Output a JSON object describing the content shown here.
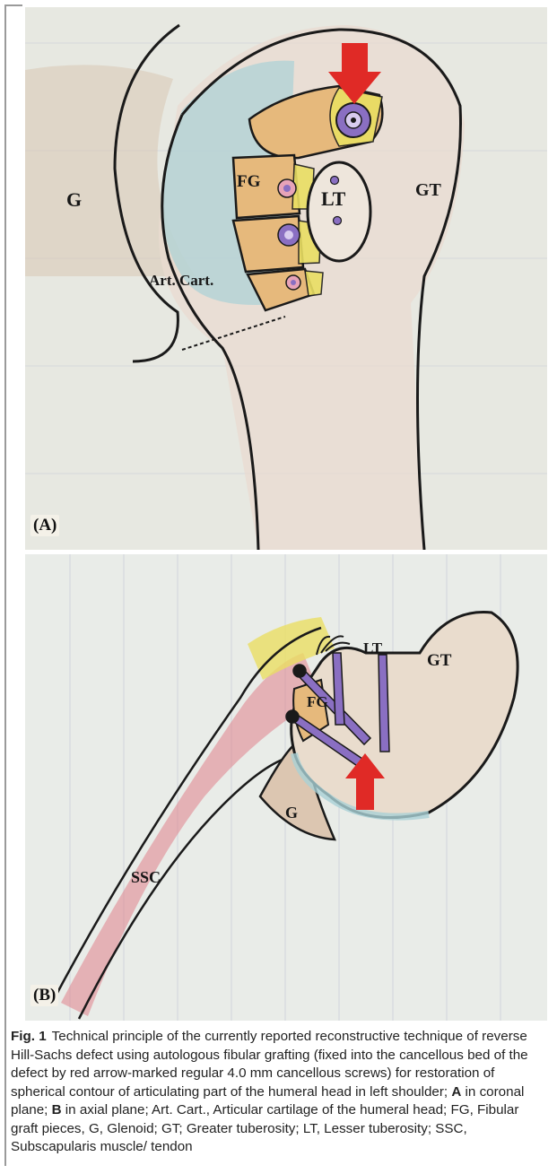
{
  "figure": {
    "panel_a": {
      "tag": "(A)",
      "labels": {
        "glenoid": "G",
        "fibular_graft": "FG",
        "lesser_tuberosity": "LT",
        "greater_tuberosity": "GT",
        "articular_cartilage": "Art. Cart."
      }
    },
    "panel_b": {
      "tag": "(B)",
      "labels": {
        "lesser_tuberosity": "LT",
        "greater_tuberosity": "GT",
        "fibular_graft": "FG",
        "subscapularis": "SSC",
        "glenoid": "G"
      }
    },
    "colors": {
      "arrow": "#e02a26",
      "bone": "#eedcc8",
      "cartilage": "#b9d9dc",
      "graft": "#e6b97c",
      "screw": "#8a6fc2",
      "muscle": "#e0828a",
      "paper": "#e9ece8"
    }
  },
  "caption": {
    "fig_label": "Fig. 1",
    "t1": "Technical principle of the currently reported reconstructive technique of reverse Hill-Sachs defect using autologous fibular grafting (fixed into the cancellous bed of the defect by red arrow-marked regular 4.0 mm cancellous screws) for restoration of spherical contour of articulating part of the humeral head in left shoulder; ",
    "a": "A",
    "t2": " in coronal plane; ",
    "b": "B",
    "t3": " in axial plane; Art. Cart., Articular cartilage of the humeral head; FG, Fibular graft pieces, G, Glenoid; GT; Greater tuberosity; LT, Lesser tuberosity; SSC, Subscapularis muscle/ tendon"
  }
}
